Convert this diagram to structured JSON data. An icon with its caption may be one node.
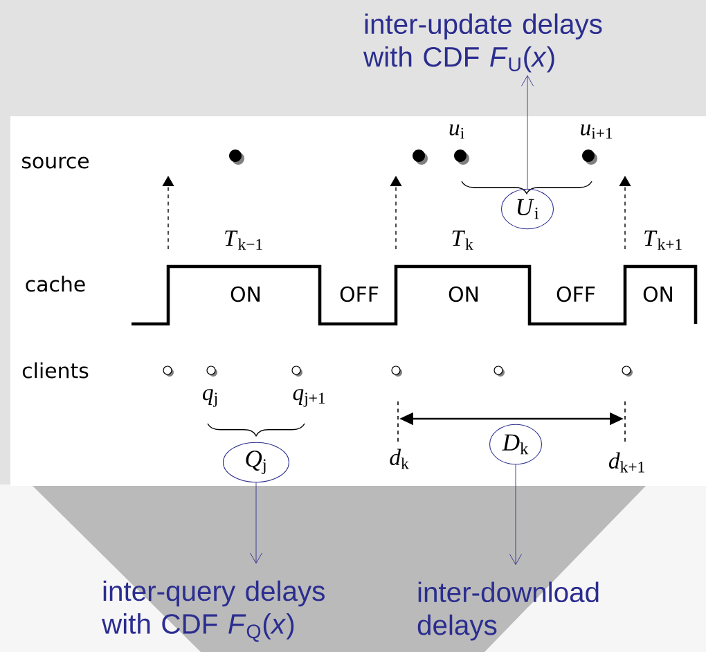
{
  "diagram": {
    "nodes": [
      {
        "text": [
          "inter-update delays with CDF *F*$_{U}$(*x*)"
        ]
      },
      {
        "text": [
          "*U*$_{i}$"
        ]
      },
      {
        "text": [
          "*Q*$_{j}$"
        ]
      },
      {
        "text": [
          "*D*$_{k}$"
        ]
      },
      {
        "text": [
          "inter-query delays with CDF *F*$_{Q}$(*x*)"
        ]
      },
      {
        "text": [
          "inter-download delays"
        ]
      }
    ],
    "edges": [
      {
        "from": 1,
        "to": 0,
        "arrow": "to"
      },
      {
        "from": 2,
        "to": 4,
        "arrow": "to"
      },
      {
        "from": 3,
        "to": 5,
        "arrow": "to"
      }
    ],
    "labels": [
      "source",
      "*u*$_{i}$",
      "*u*$_{i+1}$",
      "*T*$_{k−1}$",
      "*T*$_{k}$",
      "*T*$_{k+1}$",
      "cache",
      "ON",
      "OFF",
      "ON",
      "OFF",
      "ON",
      "clients",
      "*q*$_{j}$",
      "*q*$_{j+1}$",
      "*d*$_{k}$",
      "*d*$_{k+1}$"
    ]
  }
}
